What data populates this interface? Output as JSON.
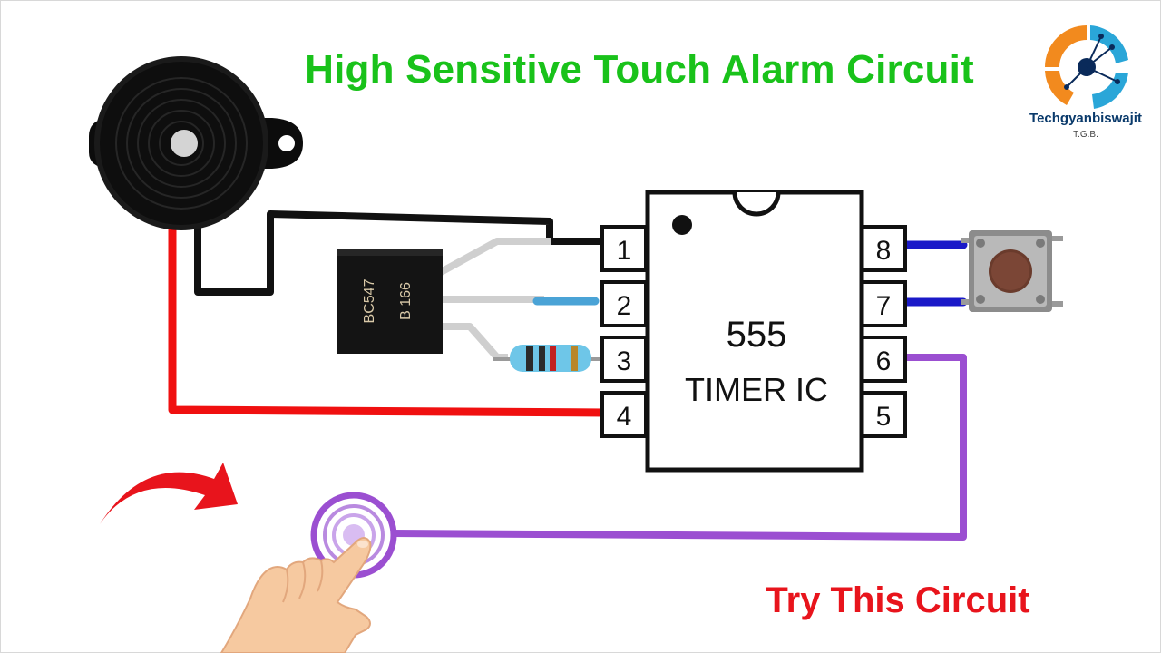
{
  "title": "High Sensitive Touch Alarm Circuit",
  "call_to_action": "Try This Circuit",
  "brand": {
    "name": "Techgyanbiswajit",
    "tagline": "T.G.B."
  },
  "ic": {
    "line1": "555",
    "line2": "TIMER IC",
    "pins_left": [
      "1",
      "2",
      "3",
      "4"
    ],
    "pins_right": [
      "8",
      "7",
      "6",
      "5"
    ]
  },
  "transistor": {
    "line1": "BC547",
    "line2": "B 166"
  },
  "colors": {
    "title": "#19c21a",
    "cta": "#e8141c",
    "wire_red": "#f01010",
    "wire_black": "#111111",
    "wire_purple": "#9b4fd1",
    "wire_blue": "#1a19c8",
    "brand_text": "#0a3a6b"
  },
  "icons": [
    "buzzer-icon",
    "transistor-icon",
    "resistor-icon",
    "push-button-icon",
    "touch-plate-icon",
    "hand-pointer-icon",
    "curved-arrow-icon",
    "brand-logo-icon"
  ]
}
